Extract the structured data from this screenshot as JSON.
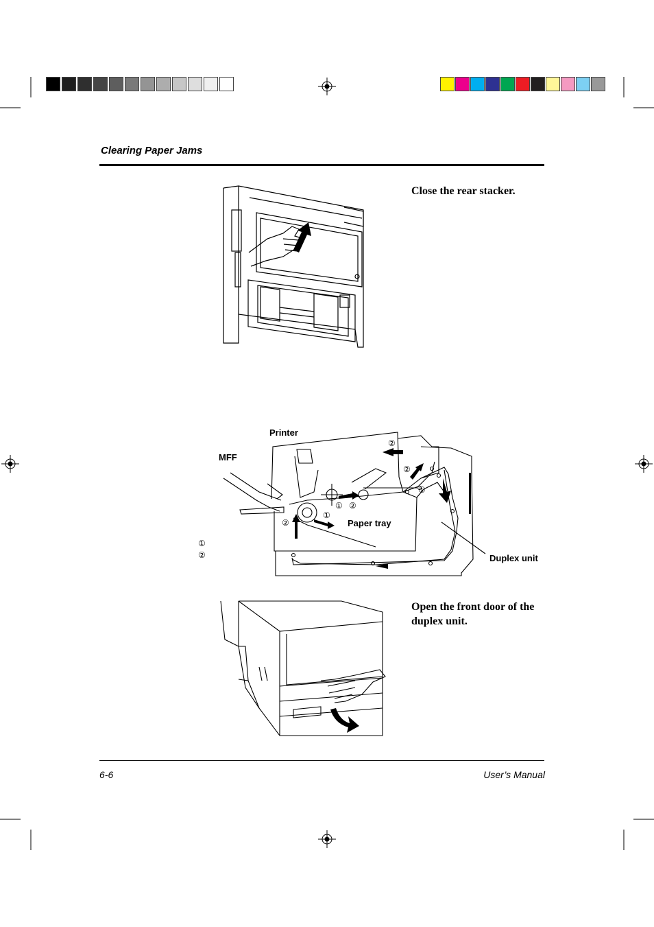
{
  "header": {
    "title": "Clearing Paper Jams"
  },
  "steps": [
    {
      "text": "Close the rear stacker."
    },
    {
      "text": "Open the front door of the duplex unit."
    }
  ],
  "diagram": {
    "labels": {
      "printer": "Printer",
      "mff": "MFF",
      "paper_tray": "Paper tray",
      "duplex_unit": "Duplex unit"
    },
    "markers": {
      "one": "①",
      "two": "②"
    }
  },
  "footer": {
    "page_number": "6-6",
    "manual_title": "User’s Manual"
  },
  "colors": {
    "gray_bar": [
      "#000000",
      "#1e1e1e",
      "#2f2f2f",
      "#454545",
      "#5e5e5e",
      "#7a7a7a",
      "#949494",
      "#adadad",
      "#c6c6c6",
      "#dedede",
      "#f0f0f0",
      "#ffffff"
    ],
    "color_bar": [
      "#fff200",
      "#ec008c",
      "#00aeef",
      "#2e3192",
      "#00a651",
      "#ed1c24",
      "#231f20",
      "#fff799",
      "#f49ac1",
      "#7dd0f3",
      "#999999"
    ]
  }
}
